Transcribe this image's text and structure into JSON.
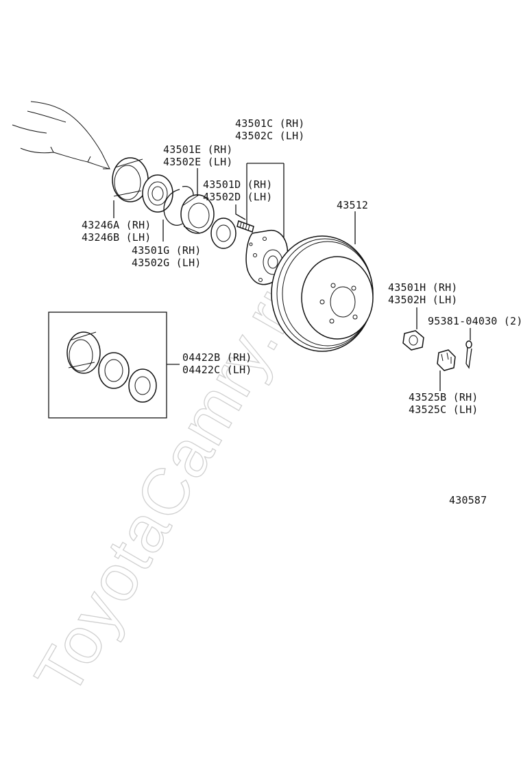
{
  "watermark": "ToyotaCamry.ru",
  "diagram_number": "430587",
  "labels": {
    "p43246": [
      "43246A (RH)",
      "43246B (LH)"
    ],
    "p43501E": [
      "43501E (RH)",
      "43502E (LH)"
    ],
    "p43501C": [
      "43501C (RH)",
      "43502C (LH)"
    ],
    "p43501D": [
      "43501D (RH)",
      "43502D (LH)"
    ],
    "p43501G": [
      "43501G (RH)",
      "43502G (LH)"
    ],
    "p43512": [
      "43512"
    ],
    "p43501H": [
      "43501H (RH)",
      "43502H (LH)"
    ],
    "p95381": [
      "95381-04030 (2)"
    ],
    "p04422": [
      "04422B (RH)",
      "04422C (LH)"
    ],
    "p43525": [
      "43525B (RH)",
      "43525C (LH)"
    ]
  }
}
